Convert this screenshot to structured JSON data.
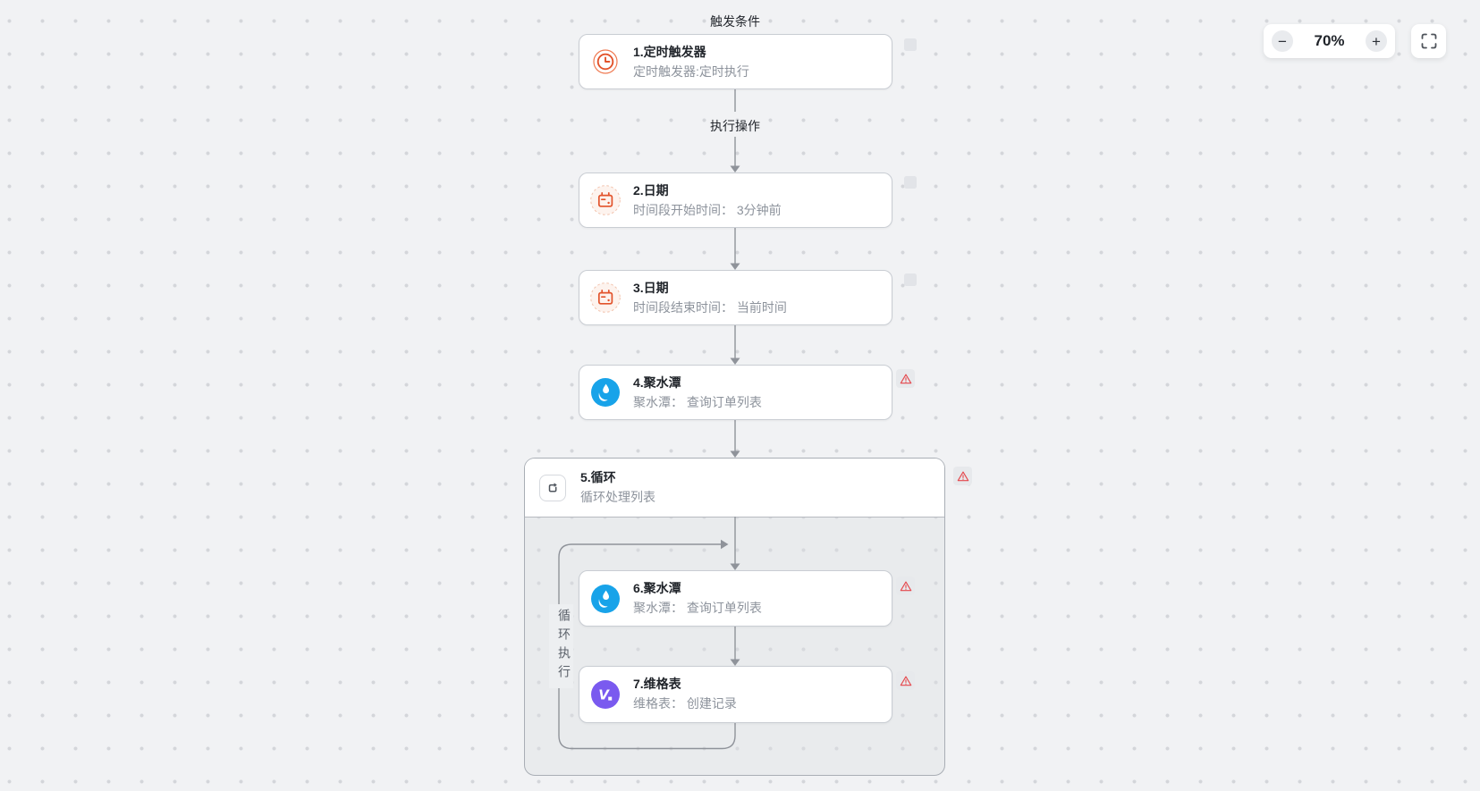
{
  "toolbar": {
    "zoom_level": "70%",
    "zoom_out_label": "−",
    "zoom_in_label": "+",
    "fullscreen_icon": "fit-view-icon"
  },
  "flow": {
    "section_labels": {
      "trigger": "触发条件",
      "actions": "执行操作"
    },
    "loop_side_label": "循环执行",
    "nodes": [
      {
        "order": "1",
        "title": "1.定时触发器",
        "subtitle": "定时触发器:定时执行",
        "icon": "timer-clock-icon",
        "has_warning": false
      },
      {
        "order": "2",
        "title": "2.日期",
        "subtitle": "时间段开始时间： 3分钟前",
        "icon": "calendar-icon",
        "has_warning": false
      },
      {
        "order": "3",
        "title": "3.日期",
        "subtitle": "时间段结束时间： 当前时间",
        "icon": "calendar-icon",
        "has_warning": false
      },
      {
        "order": "4",
        "title": "4.聚水潭",
        "subtitle": "聚水潭： 查询订单列表",
        "icon": "jushuitan-icon",
        "has_warning": true
      },
      {
        "order": "5",
        "title": "5.循环",
        "subtitle": "循环处理列表",
        "icon": "loop-icon",
        "has_warning": true
      },
      {
        "order": "6",
        "title": "6.聚水潭",
        "subtitle": "聚水潭： 查询订单列表",
        "icon": "jushuitan-icon",
        "has_warning": true
      },
      {
        "order": "7",
        "title": "7.维格表",
        "subtitle": "维格表： 创建记录",
        "icon": "vika-icon",
        "has_warning": true
      }
    ]
  },
  "colors": {
    "canvas_bg": "#F1F2F4",
    "accent_orange": "#E2532B",
    "accent_blue": "#18A3E9",
    "accent_purple": "#7A5AEF",
    "warning_red": "#E5484D",
    "connector_gray": "#8F939A"
  }
}
